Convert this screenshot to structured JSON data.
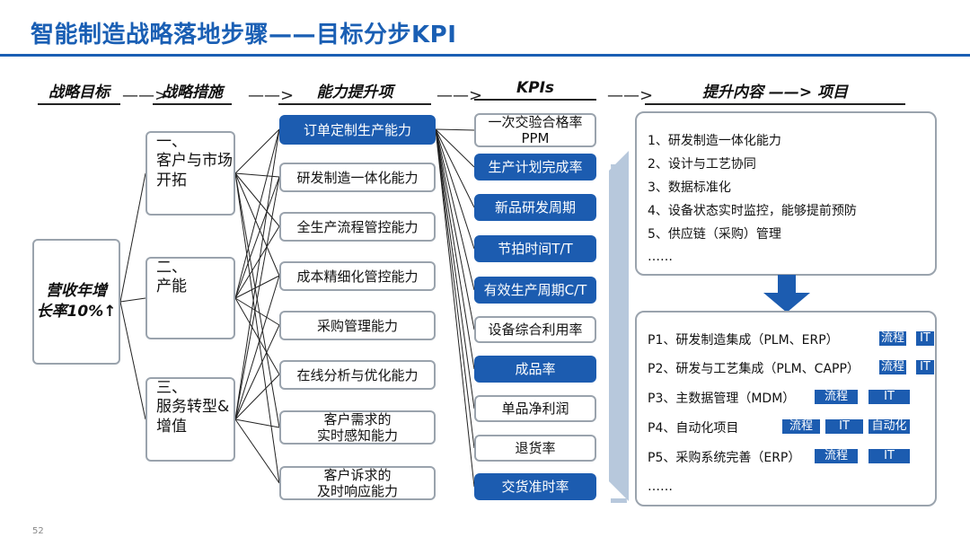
{
  "title": "智能制造战略落地步骤——目标分步KPI",
  "headers": {
    "goal": "战略目标",
    "measures": "战略措施",
    "capabilities": "能力提升项",
    "kpis": "KPIs",
    "content": "提升内容 ——> 项目"
  },
  "arrows": {
    "glyph": "——>"
  },
  "goal": {
    "line1": "营收年增",
    "line2": "长率10%↑"
  },
  "measures": [
    {
      "line1": "一、",
      "line2": "客户与市场",
      "line3": "开拓"
    },
    {
      "line1": "二、",
      "line2": "产能",
      "line3": ""
    },
    {
      "line1": "三、",
      "line2": "服务转型&",
      "line3": "增值"
    }
  ],
  "capabilities": [
    {
      "line1": "订单定制生产能力",
      "line2": "",
      "filled": true
    },
    {
      "line1": "研发制造一体化能力",
      "line2": "",
      "filled": false
    },
    {
      "line1": "全生产流程管控能力",
      "line2": "",
      "filled": false
    },
    {
      "line1": "成本精细化管控能力",
      "line2": "",
      "filled": false
    },
    {
      "line1": "采购管理能力",
      "line2": "",
      "filled": false
    },
    {
      "line1": "在线分析与优化能力",
      "line2": "",
      "filled": false
    },
    {
      "line1": "客户需求的",
      "line2": "实时感知能力",
      "filled": false
    },
    {
      "line1": "客户诉求的",
      "line2": "及时响应能力",
      "filled": false
    }
  ],
  "kpis": [
    {
      "line1": "一次交验合格率",
      "line2": "PPM",
      "filled": false
    },
    {
      "line1": "生产计划完成率",
      "line2": "",
      "filled": true
    },
    {
      "line1": "新品研发周期",
      "line2": "",
      "filled": true
    },
    {
      "line1": "节拍时间T/T",
      "line2": "",
      "filled": true
    },
    {
      "line1": "有效生产周期C/T",
      "line2": "",
      "filled": true
    },
    {
      "line1": "设备综合利用率",
      "line2": "",
      "filled": false
    },
    {
      "line1": "成品率",
      "line2": "",
      "filled": true
    },
    {
      "line1": "单品净利润",
      "line2": "",
      "filled": false
    },
    {
      "line1": "退货率",
      "line2": "",
      "filled": false
    },
    {
      "line1": "交货准时率",
      "line2": "",
      "filled": true
    }
  ],
  "content_items": [
    "1、研发制造一体化能力",
    "2、设计与工艺协同",
    "3、数据标准化",
    "4、设备状态实时监控，能够提前预防",
    "5、供应链（采购）管理",
    "……"
  ],
  "projects": [
    {
      "label": "P1、研发制造集成（PLM、ERP）",
      "tags": [
        "流程",
        "IT"
      ]
    },
    {
      "label": "P2、研发与工艺集成（PLM、CAPP）",
      "tags": [
        "流程",
        "IT"
      ]
    },
    {
      "label": "P3、主数据管理（MDM）",
      "tags": [
        "流程",
        "IT"
      ]
    },
    {
      "label": "P4、自动化项目",
      "tags": [
        "流程",
        "IT",
        "自动化"
      ]
    },
    {
      "label": "P5、采购系统完善（ERP）",
      "tags": [
        "流程",
        "IT"
      ]
    },
    {
      "label": "……",
      "tags": []
    }
  ],
  "page_number": "52",
  "colors": {
    "primary": "#1c5cb0",
    "border": "#9aa3ad",
    "funnel": "#b7c8dc"
  }
}
